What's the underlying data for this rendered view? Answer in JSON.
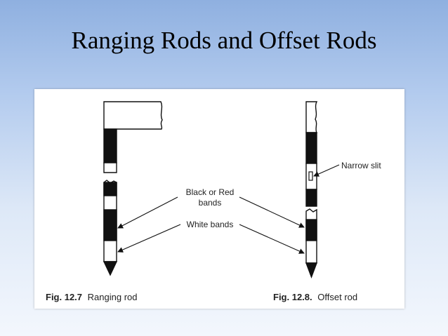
{
  "slide": {
    "title": "Ranging Rods and Offset Rods"
  },
  "figure": {
    "labels": {
      "narrow_slit": "Narrow slit",
      "black_red_line1": "Black or Red",
      "black_red_line2": "bands",
      "white_bands": "White bands"
    },
    "captions": {
      "ranging_fig_num": "Fig. 12.7",
      "ranging_text": "Ranging rod",
      "offset_fig_num": "Fig. 12.8.",
      "offset_text": "Offset rod"
    }
  }
}
